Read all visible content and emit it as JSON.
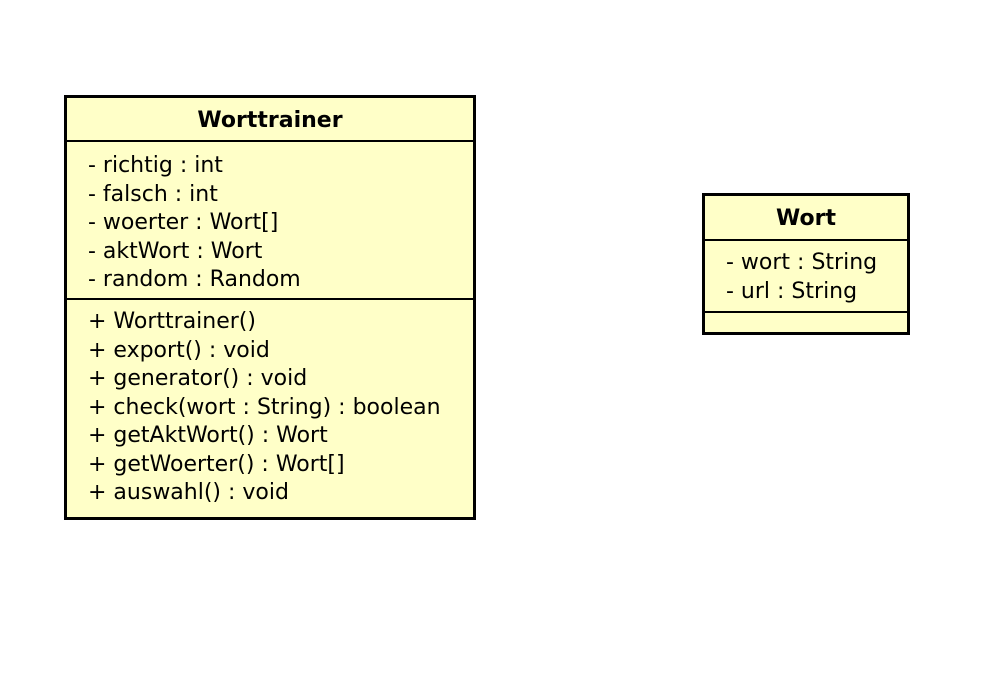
{
  "classes": {
    "worttrainer": {
      "name": "Worttrainer",
      "attributes": [
        "- richtig : int",
        "- falsch : int",
        "- woerter : Wort[]",
        "- aktWort : Wort",
        "- random : Random"
      ],
      "operations": [
        "+ Worttrainer()",
        "+ export() : void",
        "+ generator() : void",
        "+ check(wort : String) : boolean",
        "+ getAktWort() : Wort",
        "+ getWoerter() : Wort[]",
        "+ auswahl() : void"
      ]
    },
    "wort": {
      "name": "Wort",
      "attributes": [
        "- wort : String",
        "- url : String"
      ],
      "operations": []
    }
  },
  "colors": {
    "class_fill": "#ffffc8",
    "border": "#000000"
  }
}
